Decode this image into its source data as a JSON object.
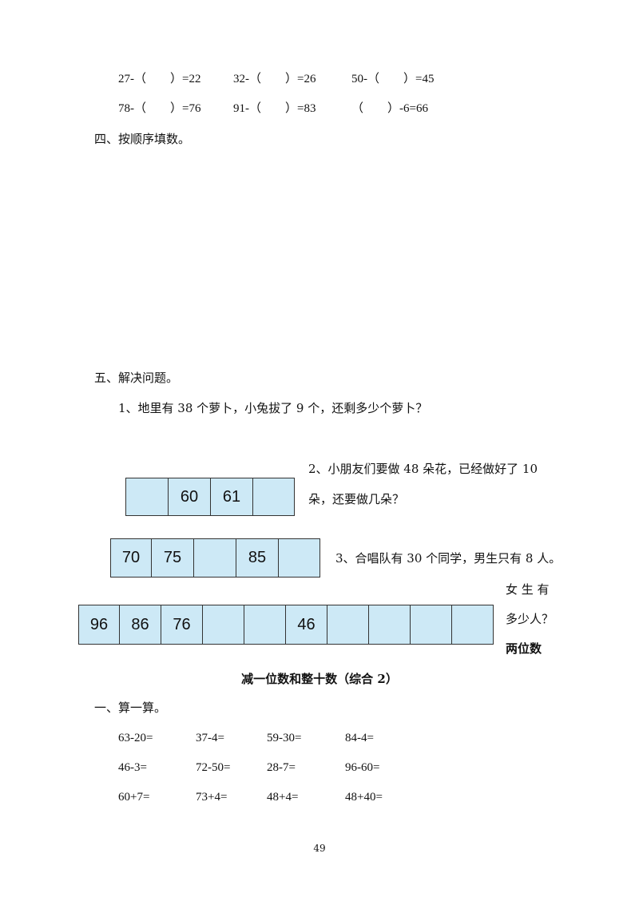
{
  "section3_equations": {
    "row1": [
      "27-（　　）=22",
      "32-（　　）=26",
      "50-（　　）=45"
    ],
    "row2": [
      "78-（　　）=76",
      "91-（　　）=83",
      "（　　）-6=66"
    ]
  },
  "section4": {
    "heading": "四、按顺序填数。"
  },
  "sequences": {
    "seq1": [
      "",
      "60",
      "61",
      ""
    ],
    "seq2": [
      "70",
      "75",
      "",
      "85",
      ""
    ],
    "seq3": [
      "96",
      "86",
      "76",
      "",
      "",
      "46",
      "",
      "",
      "",
      ""
    ]
  },
  "section5": {
    "heading": "五、解决问题。",
    "q1": "1、地里有 38 个萝卜，小兔拔了 9 个，还剩多少个萝卜？",
    "q2_line1": "2、小朋友们要做 48 朵花，已经做好了 10",
    "q2_line2": "朵，还要做几朵？",
    "q3_line1": "3、合唱队有 30 个同学，男生只有 8 人。",
    "q3_line2": "女 生 有",
    "q3_line3": "多少人？",
    "tail": "两位数"
  },
  "exercise2": {
    "title": "减一位数和整十数（综合 2）",
    "section1_heading": "一、算一算。",
    "rows": [
      [
        "63-20=",
        "37-4=",
        "59-30=",
        "84-4="
      ],
      [
        "46-3=",
        "72-50=",
        "28-7=",
        "96-60="
      ],
      [
        "60+7=",
        "73+4=",
        "48+4=",
        "48+40="
      ]
    ]
  },
  "page_number": "49"
}
